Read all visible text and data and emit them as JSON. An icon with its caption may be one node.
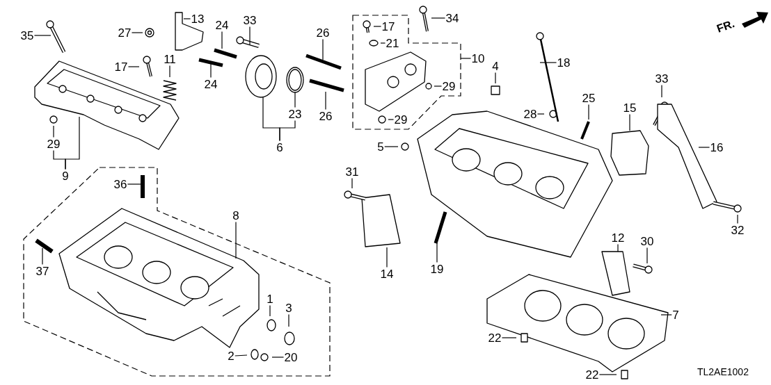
{
  "diagram": {
    "nodes": [
      {
        "text": [
          "13"
        ]
      },
      {
        "text": [
          "34"
        ]
      },
      {
        "text": [
          "17"
        ]
      },
      {
        "text": [
          "27"
        ]
      },
      {
        "text": [
          "35"
        ]
      },
      {
        "text": [
          "33"
        ]
      },
      {
        "text": [
          "26"
        ]
      },
      {
        "text": [
          "24"
        ]
      },
      {
        "text": [
          "21"
        ]
      },
      {
        "text": [
          "11"
        ]
      },
      {
        "text": [
          "10"
        ]
      },
      {
        "text": [
          "4"
        ]
      },
      {
        "text": [
          "18"
        ]
      },
      {
        "text": [
          "17"
        ]
      },
      {
        "text": [
          "33"
        ]
      },
      {
        "text": [
          "24"
        ]
      },
      {
        "text": [
          "29"
        ]
      },
      {
        "text": [
          "25"
        ]
      },
      {
        "text": [
          "15"
        ]
      },
      {
        "text": [
          "23"
        ]
      },
      {
        "text": [
          "28"
        ]
      },
      {
        "text": [
          "26"
        ]
      },
      {
        "text": [
          "29"
        ]
      },
      {
        "text": [
          "29"
        ]
      },
      {
        "text": [
          "5"
        ]
      },
      {
        "text": [
          "16"
        ]
      },
      {
        "text": [
          "6"
        ]
      },
      {
        "text": [
          "36"
        ]
      },
      {
        "text": [
          "9"
        ]
      },
      {
        "text": [
          "31"
        ]
      },
      {
        "text": [
          "8"
        ]
      },
      {
        "text": [
          "32"
        ]
      },
      {
        "text": [
          "12"
        ]
      },
      {
        "text": [
          "30"
        ]
      },
      {
        "text": [
          "19"
        ]
      },
      {
        "text": [
          "37"
        ]
      },
      {
        "text": [
          "14"
        ]
      },
      {
        "text": [
          "1"
        ]
      },
      {
        "text": [
          "3"
        ]
      },
      {
        "text": [
          "7"
        ]
      },
      {
        "text": [
          "22"
        ]
      },
      {
        "text": [
          "2"
        ]
      },
      {
        "text": [
          "20"
        ]
      },
      {
        "text": [
          "22"
        ]
      }
    ],
    "edges": [
      {
        "from": 0,
        "to": null,
        "arrow": "none"
      },
      {
        "from": 1,
        "to": null,
        "arrow": "none"
      },
      {
        "from": 2,
        "to": null,
        "arrow": "none"
      },
      {
        "from": 3,
        "to": null,
        "arrow": "none"
      },
      {
        "from": 4,
        "to": null,
        "arrow": "none"
      },
      {
        "from": 5,
        "to": null,
        "arrow": "none"
      },
      {
        "from": 6,
        "to": null,
        "arrow": "none"
      },
      {
        "from": 7,
        "to": null,
        "arrow": "none"
      },
      {
        "from": 8,
        "to": null,
        "arrow": "none"
      },
      {
        "from": 9,
        "to": null,
        "arrow": "none"
      },
      {
        "from": 10,
        "to": null,
        "arrow": "none"
      },
      {
        "from": 11,
        "to": null,
        "arrow": "none"
      },
      {
        "from": 12,
        "to": null,
        "arrow": "none"
      },
      {
        "from": 13,
        "to": null,
        "arrow": "none"
      },
      {
        "from": 14,
        "to": null,
        "arrow": "none"
      },
      {
        "from": 15,
        "to": null,
        "arrow": "none"
      },
      {
        "from": 16,
        "to": null,
        "arrow": "none"
      },
      {
        "from": 17,
        "to": null,
        "arrow": "none"
      },
      {
        "from": 18,
        "to": null,
        "arrow": "none"
      },
      {
        "from": 19,
        "to": null,
        "arrow": "none"
      },
      {
        "from": 20,
        "to": null,
        "arrow": "none"
      },
      {
        "from": 21,
        "to": null,
        "arrow": "none"
      },
      {
        "from": 22,
        "to": null,
        "arrow": "none"
      },
      {
        "from": 23,
        "to": null,
        "arrow": "none"
      },
      {
        "from": 24,
        "to": null,
        "arrow": "none"
      },
      {
        "from": 25,
        "to": null,
        "arrow": "none"
      },
      {
        "from": 26,
        "to": null,
        "arrow": "none"
      },
      {
        "from": 26,
        "to": 19,
        "arrow": "none"
      },
      {
        "from": 27,
        "to": null,
        "arrow": "none"
      },
      {
        "from": 28,
        "to": 23,
        "arrow": "none"
      },
      {
        "from": 28,
        "to": null,
        "arrow": "none"
      },
      {
        "from": 29,
        "to": null,
        "arrow": "none"
      },
      {
        "from": 30,
        "to": null,
        "arrow": "none"
      },
      {
        "from": 31,
        "to": null,
        "arrow": "none"
      },
      {
        "from": 32,
        "to": null,
        "arrow": "none"
      },
      {
        "from": 33,
        "to": null,
        "arrow": "none"
      },
      {
        "from": 34,
        "to": null,
        "arrow": "none"
      },
      {
        "from": 35,
        "to": null,
        "arrow": "none"
      },
      {
        "from": 36,
        "to": null,
        "arrow": "none"
      },
      {
        "from": 37,
        "to": null,
        "arrow": "none"
      },
      {
        "from": 38,
        "to": null,
        "arrow": "none"
      },
      {
        "from": 39,
        "to": null,
        "arrow": "none"
      },
      {
        "from": 40,
        "to": null,
        "arrow": "none"
      },
      {
        "from": 41,
        "to": null,
        "arrow": "none"
      },
      {
        "from": 42,
        "to": null,
        "arrow": "none"
      },
      {
        "from": 43,
        "to": null,
        "arrow": "none"
      }
    ],
    "labels": [
      "FR.",
      "TL2AE1002"
    ]
  }
}
